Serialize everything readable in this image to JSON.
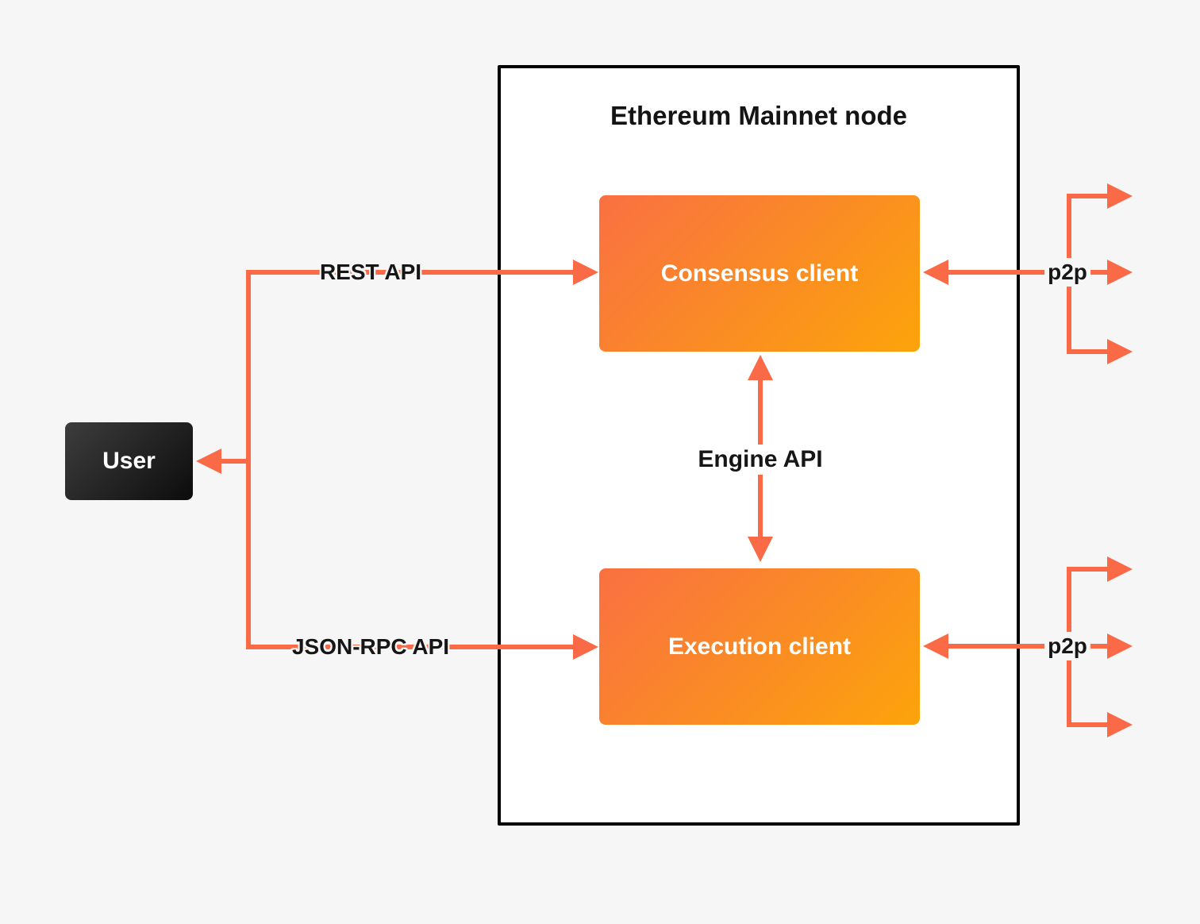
{
  "diagram": {
    "title": "Ethereum Mainnet node",
    "nodes": {
      "user": "User",
      "consensus": "Consensus client",
      "execution": "Execution client"
    },
    "edge_labels": {
      "rest_api": "REST API",
      "json_rpc_api": "JSON-RPC API",
      "engine_api": "Engine API",
      "p2p_consensus": "p2p",
      "p2p_execution": "p2p"
    },
    "colors": {
      "accent": "#FA6A47",
      "client_gradient_start": "#F97042",
      "client_gradient_end": "#FCA40A",
      "user_gradient_start": "#3D3D3D",
      "user_gradient_end": "#0C0C0C",
      "background": "#F6F6F7",
      "node_border": "#000000"
    }
  }
}
